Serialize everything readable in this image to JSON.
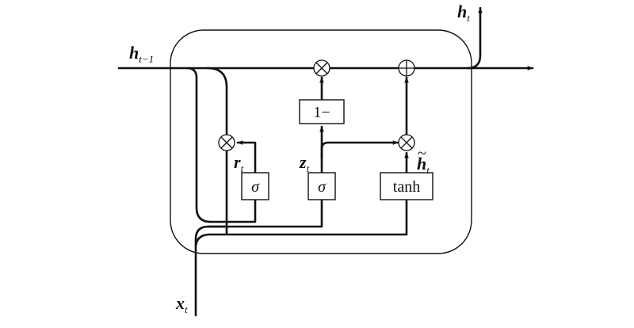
{
  "labels": {
    "h_out": {
      "base": "h",
      "sub": "t"
    },
    "h_prev": {
      "base": "h",
      "sub": "t−1"
    },
    "x_in": {
      "base": "x",
      "sub": "t"
    },
    "r_gate": {
      "base": "r",
      "sub": "t"
    },
    "z_gate": {
      "base": "z",
      "sub": "t"
    },
    "h_cand": {
      "base": "h",
      "sub": "t",
      "accent": "~"
    }
  },
  "boxes": {
    "sigma_r": "σ",
    "sigma_z": "σ",
    "tanh": "tanh",
    "one_minus": "1−"
  },
  "icons": {
    "multiply": "circled-times-icon",
    "add": "circled-plus-icon"
  }
}
